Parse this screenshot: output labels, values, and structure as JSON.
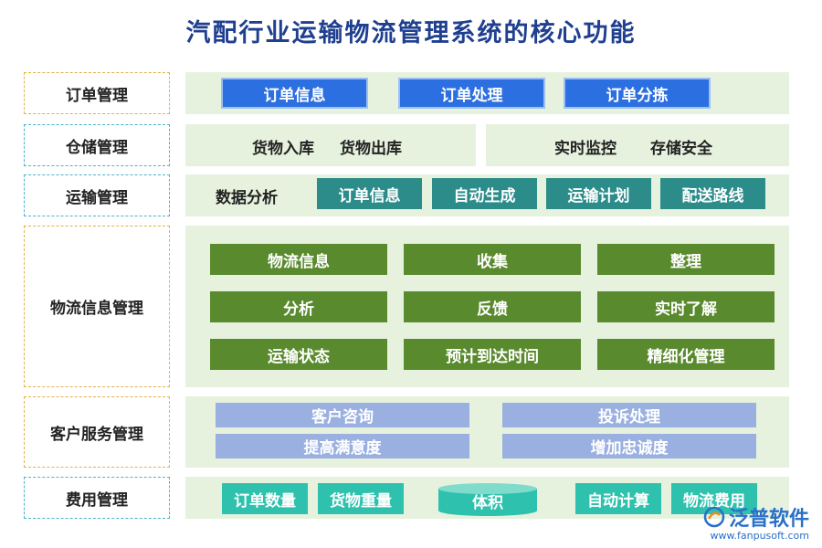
{
  "title": "汽配行业运输物流管理系统的核心功能",
  "rows": {
    "order": {
      "label": "订单管理",
      "items": [
        "订单信息",
        "订单处理",
        "订单分拣"
      ]
    },
    "storage": {
      "label": "仓储管理",
      "left": [
        "货物入库",
        "货物出库"
      ],
      "right": [
        "实时监控",
        "存储安全"
      ]
    },
    "transport": {
      "label": "运输管理",
      "plain": "数据分析",
      "items": [
        "订单信息",
        "自动生成",
        "运输计划",
        "配送路线"
      ]
    },
    "info": {
      "label": "物流信息管理",
      "items": [
        "物流信息",
        "收集",
        "整理",
        "分析",
        "反馈",
        "实时了解",
        "运输状态",
        "预计到达时间",
        "精细化管理"
      ]
    },
    "service": {
      "label": "客户服务管理",
      "items": [
        "客户咨询",
        "投诉处理",
        "提高满意度",
        "增加忠诚度"
      ]
    },
    "cost": {
      "label": "费用管理",
      "items": [
        "订单数量",
        "货物重量",
        "体积",
        "自动计算",
        "物流费用"
      ]
    }
  },
  "logo": {
    "name": "泛普软件",
    "url": "www.fanpusoft.com"
  },
  "colors": {
    "title": "#1f3f8f",
    "panel": "#e6f2de",
    "blue": "#2c6fe0",
    "teal": "#2b8c8a",
    "cyan": "#2ec1ad",
    "green": "#5a8a2e",
    "lavender": "#9ab0e0"
  }
}
